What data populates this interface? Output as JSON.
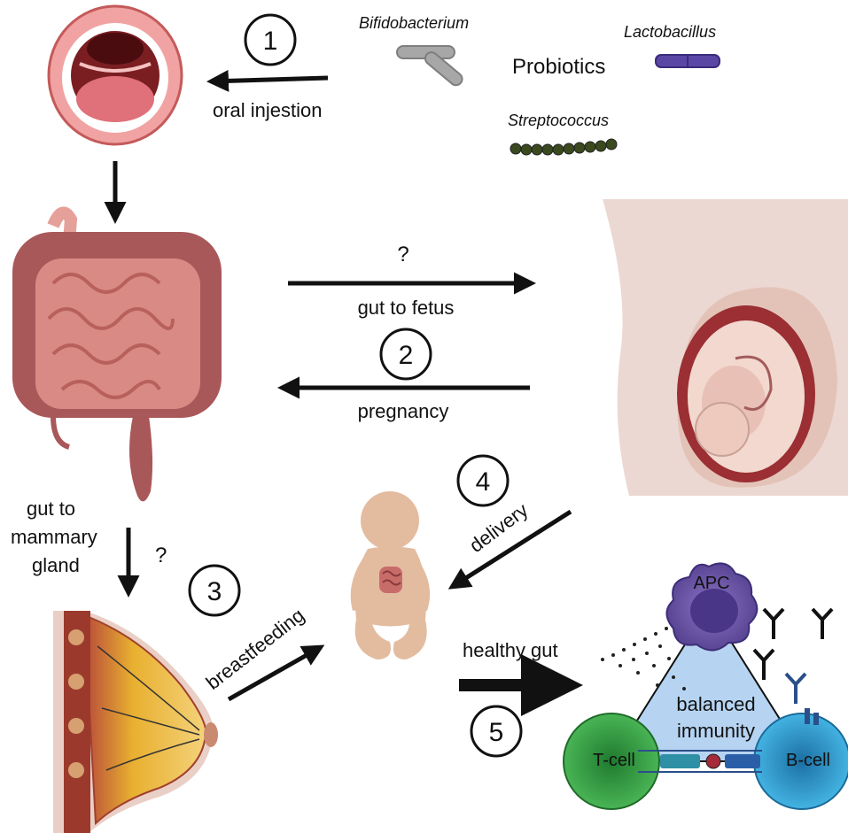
{
  "probiotics": {
    "title": "Probiotics",
    "bifidobacterium": "Bifidobacterium",
    "lactobacillus": "Lactobacillus",
    "streptococcus": "Streptococcus"
  },
  "steps": {
    "s1": "1",
    "s2": "2",
    "s3": "3",
    "s4": "4",
    "s5": "5"
  },
  "labels": {
    "oral": "oral injestion",
    "q_fetus": "?",
    "gut_to_fetus": "gut to fetus",
    "pregnancy": "pregnancy",
    "gut_to_1": "gut to",
    "gut_to_2": "mammary",
    "gut_to_3": "gland",
    "q_gland": "?",
    "breastfeeding": "breastfeeding",
    "delivery": "delivery",
    "healthy_gut": "healthy gut",
    "balanced_1": "balanced",
    "balanced_2": "immunity"
  },
  "cells": {
    "apc": "APC",
    "tcell": "T-cell",
    "bcell": "B-cell"
  },
  "colors": {
    "apc": "#6b55a8",
    "tcell": "#3aa84a",
    "bcell": "#35a7d9",
    "triangle": "#b6d4f2",
    "gut": "#d98a85",
    "colon": "#b0605e",
    "skin": "#eacfc6"
  }
}
